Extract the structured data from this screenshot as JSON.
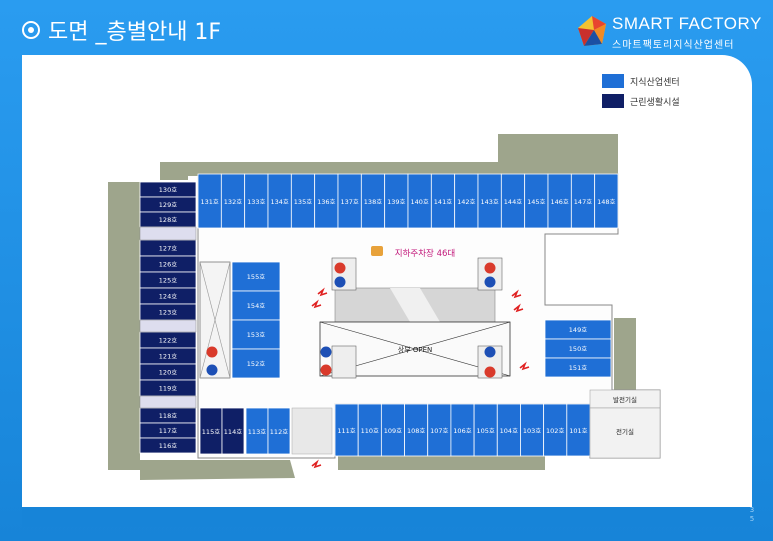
{
  "header": {
    "title": "도면 _층별안내 1F",
    "icon": "target-icon"
  },
  "logo": {
    "main": "SMART FACTORY",
    "sub": "스마트팩토리지식산업센터"
  },
  "legend": [
    {
      "label": "지식산업센터",
      "color": "#1f6fd6"
    },
    {
      "label": "근린생활시설",
      "color": "#0f1f66"
    }
  ],
  "colors": {
    "knowledge": "#1f6fd6",
    "retail": "#0f1f66",
    "ground": "#9ea58c",
    "frame": "#1784d8"
  },
  "plan": {
    "top_row": [
      "131호",
      "132호",
      "133호",
      "134호",
      "135호",
      "136호",
      "137호",
      "138호",
      "139호",
      "140호",
      "141호",
      "142호",
      "143호",
      "144호",
      "145호",
      "146호",
      "147호",
      "148호"
    ],
    "left_block_1": [
      "130호",
      "129호",
      "128호"
    ],
    "left_block_2": [
      "127호",
      "126호",
      "125호",
      "124호",
      "123호"
    ],
    "left_block_3": [
      "122호",
      "121호",
      "120호",
      "119호"
    ],
    "left_block_4": [
      "118호",
      "117호",
      "116호"
    ],
    "inner_column": [
      "155호",
      "154호",
      "153호",
      "152호"
    ],
    "bottom_left": [
      "115호",
      "114호"
    ],
    "bottom_mid": [
      "113호",
      "112호"
    ],
    "bottom_row": [
      "111호",
      "110호",
      "109호",
      "108호",
      "107호",
      "106호",
      "105호",
      "104호",
      "103호",
      "102호",
      "101호"
    ],
    "right_block": [
      "149호",
      "150호",
      "151호"
    ],
    "parking": "지하주차장 46대",
    "open_area": "상부 OPEN",
    "generator_room": "발전기실",
    "electric_room": "전기실"
  },
  "page_number": "3 5"
}
